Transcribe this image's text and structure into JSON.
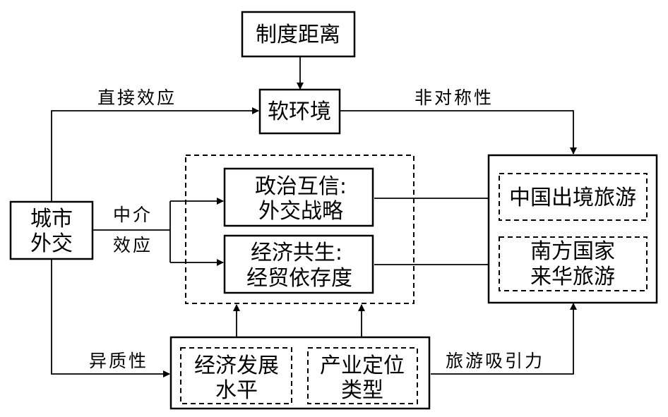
{
  "nodes": {
    "institutional_distance": "制度距离",
    "soft_environment": "软环境",
    "city_diplomacy": [
      "城市",
      "外交"
    ],
    "political_trust": [
      "政治互信:",
      "外交战略"
    ],
    "economic_symbiosis": [
      "经济共生:",
      "经贸依存度"
    ],
    "china_outbound": "中国出境旅游",
    "south_inbound": [
      "南方国家",
      "来华旅游"
    ],
    "economic_development": [
      "经济发展",
      "水平"
    ],
    "industry_type": [
      "产业定位",
      "类型"
    ]
  },
  "edge_labels": {
    "direct_effect": "直接效应",
    "asymmetry": "非对称性",
    "mediating_effect": [
      "中介",
      "效应"
    ],
    "heterogeneity": "异质性",
    "tourism_attraction": "旅游吸引力"
  }
}
